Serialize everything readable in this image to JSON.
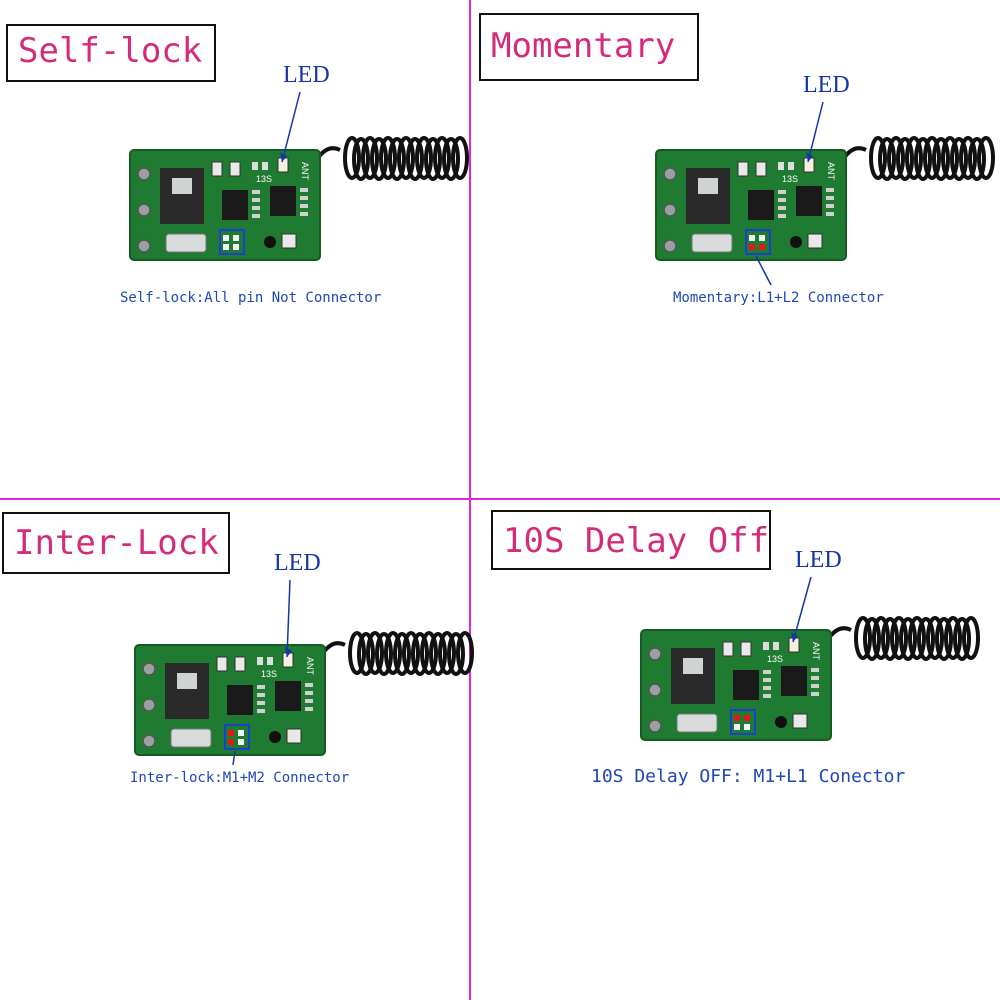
{
  "panels": [
    {
      "id": "self-lock",
      "title": "Self-lock",
      "led": "LED",
      "caption": "Self-lock:All pin Not Connector",
      "pins": "none"
    },
    {
      "id": "momentary",
      "title": "Momentary",
      "led": "LED",
      "caption": "Momentary:L1+L2 Connector",
      "pins": "L1+L2"
    },
    {
      "id": "inter-lock",
      "title": "Inter-Lock",
      "led": "LED",
      "caption": "Inter-lock:M1+M2 Connector",
      "pins": "M1+M2"
    },
    {
      "id": "delay-off",
      "title": "10S Delay Off",
      "led": "LED",
      "caption": "10S Delay OFF: M1+L1 Conector",
      "pins": "M1+L1"
    }
  ],
  "board_marks": {
    "timer": "13S",
    "antenna": "ANT"
  },
  "colors": {
    "divider": "#e026d8",
    "title_text": "#d42c7a",
    "label_text": "#1636a8",
    "pcb": "#1f7a32",
    "jumper_highlight": "#1b3fd0",
    "jumper_pin": "#e01818"
  }
}
